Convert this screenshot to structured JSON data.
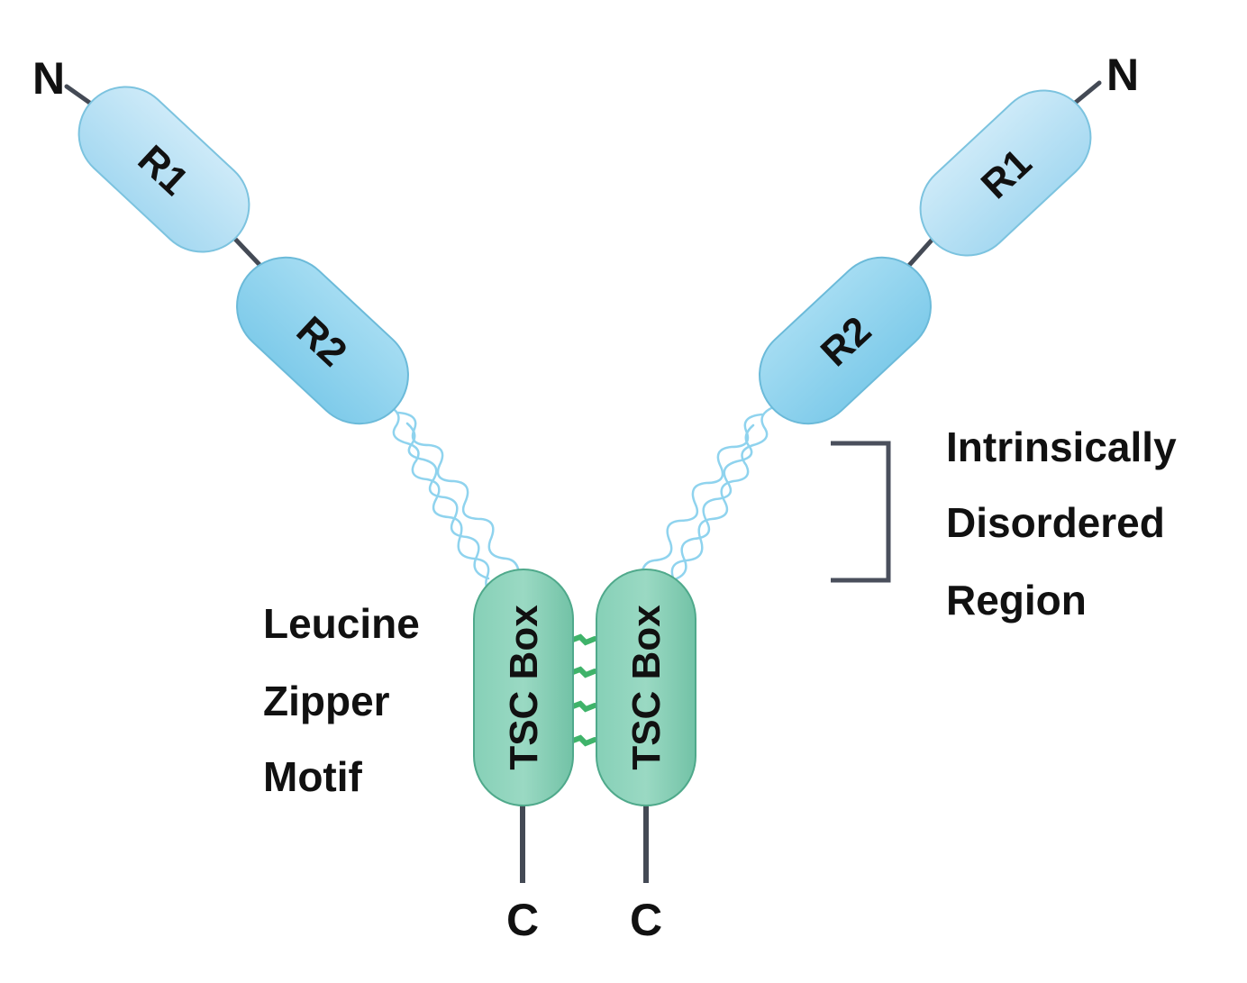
{
  "diagram": {
    "left_chain": {
      "n_terminus": "N",
      "domain_1": "R1",
      "domain_2": "R2",
      "tsc_box": "TSC Box",
      "c_terminus": "C"
    },
    "right_chain": {
      "n_terminus": "N",
      "domain_1": "R1",
      "domain_2": "R2",
      "tsc_box": "TSC Box",
      "c_terminus": "C"
    },
    "leucine_zipper_label": {
      "line1": "Leucine",
      "line2": "Zipper",
      "line3": "Motif"
    },
    "idr_label": {
      "line1": "Intrinsically",
      "line2": "Disordered",
      "line3": "Region"
    },
    "colors": {
      "r1_fill": "#b8e2f5",
      "r2_fill": "#8fd3ee",
      "domain_stroke": "#7cc3df",
      "tsc_fill": "#7fcbb1",
      "tsc_stroke": "#4fa98b",
      "zipper_bond": "#3fb36a",
      "disordered_line": "#8fd3ee",
      "linker": "#444a55",
      "bracket": "#4a4f5c"
    }
  }
}
